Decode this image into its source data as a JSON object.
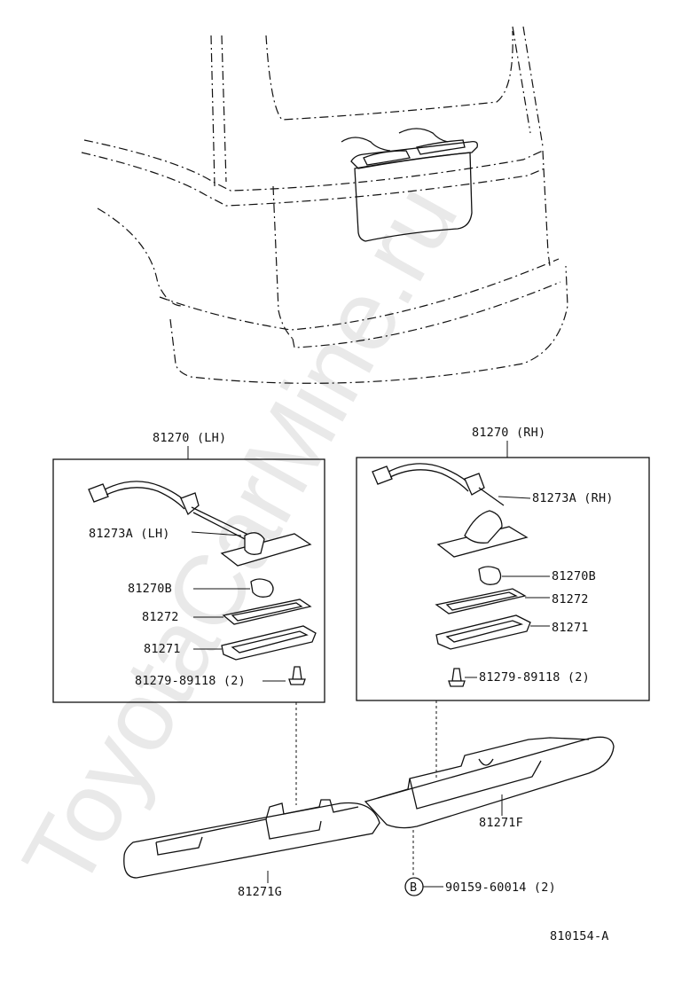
{
  "watermark": "ToyotaCarMine.ru",
  "labels": {
    "assy_lh": "81270 (LH)",
    "assy_rh": "81270 (RH)",
    "socket_lh": "81273A (LH)",
    "socket_rh": "81273A (RH)",
    "bulb_lh": "81270B",
    "bulb_rh": "81270B",
    "gasket_lh": "81272",
    "gasket_rh": "81272",
    "lens_lh": "81271",
    "lens_rh": "81271",
    "screw_lh": "81279-89118 (2)",
    "screw_rh": "81279-89118 (2)",
    "housing_lh": "81271G",
    "housing_rh": "81271F",
    "clip_marker": "B",
    "clip": "90159-60014 (2)",
    "figure_code": "810154-A"
  }
}
